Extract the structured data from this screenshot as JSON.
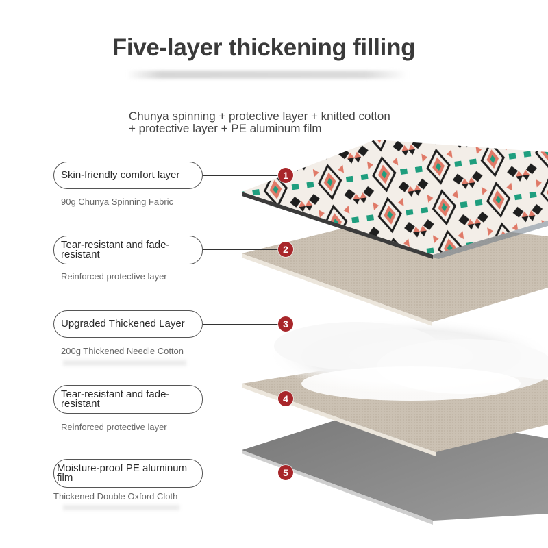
{
  "header": {
    "title": "Five-layer thickening filling",
    "subtitle_line1": "Chunya spinning + protective layer + knitted cotton",
    "subtitle_line2": "+ protective layer + PE aluminum film"
  },
  "layers": [
    {
      "badge": "1",
      "label_line1": "Skin-friendly comfort layer",
      "label_line2": "",
      "detail": "90g Chunya Spinning Fabric"
    },
    {
      "badge": "2",
      "label_line1": "Tear-resistant and fade-",
      "label_line2": "resistant",
      "detail": "Reinforced protective layer"
    },
    {
      "badge": "3",
      "label_line1": "Upgraded Thickened Layer",
      "label_line2": "",
      "detail": "200g Thickened Needle Cotton"
    },
    {
      "badge": "4",
      "label_line1": "Tear-resistant and fade-",
      "label_line2": "resistant",
      "detail": "Reinforced protective layer"
    },
    {
      "badge": "5",
      "label_line1": "Moisture-proof PE aluminum",
      "label_line2": "film",
      "detail": "Thickened Double Oxford Cloth"
    }
  ],
  "colors": {
    "badge": "#a8262a",
    "pattern_coral": "#e07a68",
    "pattern_teal": "#1f9e7e",
    "pattern_black": "#1e1e1e",
    "fabric_beige": "#c9bfb1",
    "cotton_white": "#f4f4f4",
    "film_gray": "#8d8d8d"
  }
}
